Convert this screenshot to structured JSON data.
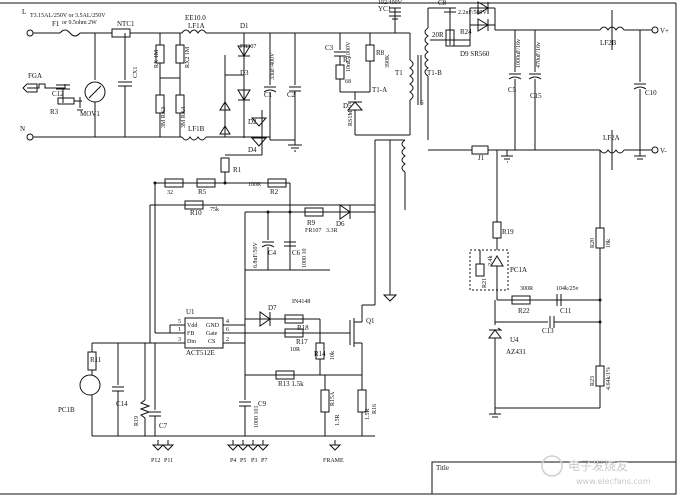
{
  "header": {
    "line_label": "L",
    "neutral_label": "N",
    "fuse_rating": "T3.15AL/250V or 3.5AL/250V",
    "fuse_alt": "or 0.5ohm 2W"
  },
  "labels": {
    "F1": "F1",
    "NTC1": "NTC1",
    "FGA": "FGA",
    "C12": "C12",
    "R3": "R3",
    "MOV1": "MOV1",
    "CX1": "CX1",
    "RX1": "RX 1M",
    "RX2": "RX2 1M",
    "RX3": "3M RX3",
    "RX4": "3M RX4",
    "EE10": "EE10.0",
    "LF1A": "LF1A",
    "LF1B": "LF1B",
    "D1": "D1",
    "D1v": "FR307",
    "D2": "D2",
    "D3": "D3",
    "D4": "D4",
    "C1": "C1",
    "C1v": "33uF/400V",
    "C2": "C2",
    "C3": "C3",
    "C3v": "10nF/1000V",
    "R7": "R7",
    "R8": "R8",
    "R8v": "390K",
    "R6": "68",
    "D5": "D5",
    "D5v": "RS1M",
    "T1A": "T1-A",
    "T1": "T1",
    "YC1": "YC1",
    "YC1v": "102/400V",
    "C8": "C8",
    "C8v": "2.2nF/500V",
    "R24": "R24",
    "R20R": "20R",
    "D9": "D9 SR560",
    "T1B": "T1-B",
    "pin6": "6",
    "C5v": "1000uF/16v",
    "C5": "C5",
    "C15v": "470uF/16v",
    "C15": "C15",
    "LF2B": "LF2B",
    "LF2A": "LF2A",
    "C10": "C10",
    "J1": "J1",
    "Vplus": "V+",
    "Vminus": "V-",
    "R32": "32",
    "R5": "R5",
    "R1": "R1",
    "R2": "R2",
    "R2v": "100K",
    "R10": "R10",
    "R10v": "75k",
    "R9": "R9",
    "R9v": "3.3R",
    "FR107": "FR107",
    "D6": "D6",
    "C4": "C4",
    "C4v": "6.8uF/50V",
    "C6": "C6",
    "C6v": "1000 10",
    "U1": "U1",
    "Vdd": "Vdd",
    "FB": "FB",
    "Dm": "Dm",
    "GND": "GND",
    "Gate": "Gate",
    "CS": "CS",
    "ACT": "ACT512E",
    "pin5": "5",
    "pin1": "1",
    "pin3": "3",
    "pin4": "4",
    "pin6b": "6",
    "pin2": "2",
    "D7": "D7",
    "IN4148": "IN4148",
    "R18": "R18",
    "R17": "R17",
    "R17v": "10R",
    "Q1": "Q1",
    "R14": "R14",
    "R14v": "10k",
    "R13": "R13 1.5k",
    "C9": "C9",
    "C9v": "1000 101",
    "R11": "R11",
    "PC1B": "PC1B",
    "C14": "C14",
    "C7": "C7",
    "R19v": "R19",
    "R15": "R15",
    "R15v": "1.5R",
    "R16": "R16",
    "R16v": "1.5R",
    "R15A": "R15A",
    "R19": "R19",
    "R21": "R21",
    "R21v": "2.4k",
    "PC1A": "PC1A",
    "R22": "R22",
    "R22v": "300R",
    "C11": "C11",
    "C11v": "104k/25v",
    "C13": "C13",
    "U4": "U4",
    "AZ431": "AZ431",
    "R20": "R20",
    "R20v": "18k",
    "R23": "R23",
    "R23v": "4.64k/1%",
    "P12": "P12",
    "P11": "P11",
    "P4": "P4",
    "P5": "P5",
    "P3": "P3",
    "P7": "P7",
    "FRAME": "FRAME",
    "Title": "Title"
  },
  "watermark": "电子发烧友",
  "watermark_url": "www.elecfans.com"
}
